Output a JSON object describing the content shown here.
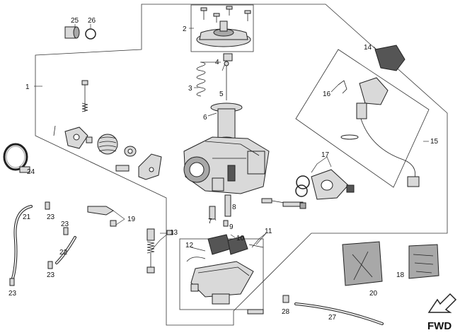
{
  "callouts": [
    {
      "id": "c1",
      "label": "1"
    },
    {
      "id": "c2",
      "label": "2"
    },
    {
      "id": "c3",
      "label": "3"
    },
    {
      "id": "c4",
      "label": "4"
    },
    {
      "id": "c5",
      "label": "5"
    },
    {
      "id": "c6",
      "label": "6"
    },
    {
      "id": "c7",
      "label": "7"
    },
    {
      "id": "c8",
      "label": "8"
    },
    {
      "id": "c9",
      "label": "9"
    },
    {
      "id": "c10",
      "label": "10"
    },
    {
      "id": "c11",
      "label": "11"
    },
    {
      "id": "c12",
      "label": "12"
    },
    {
      "id": "c13",
      "label": "13"
    },
    {
      "id": "c14",
      "label": "14"
    },
    {
      "id": "c15",
      "label": "15"
    },
    {
      "id": "c16",
      "label": "16"
    },
    {
      "id": "c17",
      "label": "17"
    },
    {
      "id": "c18",
      "label": "18"
    },
    {
      "id": "c19",
      "label": "19"
    },
    {
      "id": "c20",
      "label": "20"
    },
    {
      "id": "c21",
      "label": "21"
    },
    {
      "id": "c22",
      "label": "22"
    },
    {
      "id": "c23a",
      "label": "23"
    },
    {
      "id": "c23b",
      "label": "23"
    },
    {
      "id": "c23c",
      "label": "23"
    },
    {
      "id": "c23d",
      "label": "23"
    },
    {
      "id": "c24",
      "label": "24"
    },
    {
      "id": "c25",
      "label": "25"
    },
    {
      "id": "c26",
      "label": "26"
    },
    {
      "id": "c27",
      "label": "27"
    },
    {
      "id": "c28",
      "label": "28"
    }
  ],
  "direction_label": "FWD"
}
